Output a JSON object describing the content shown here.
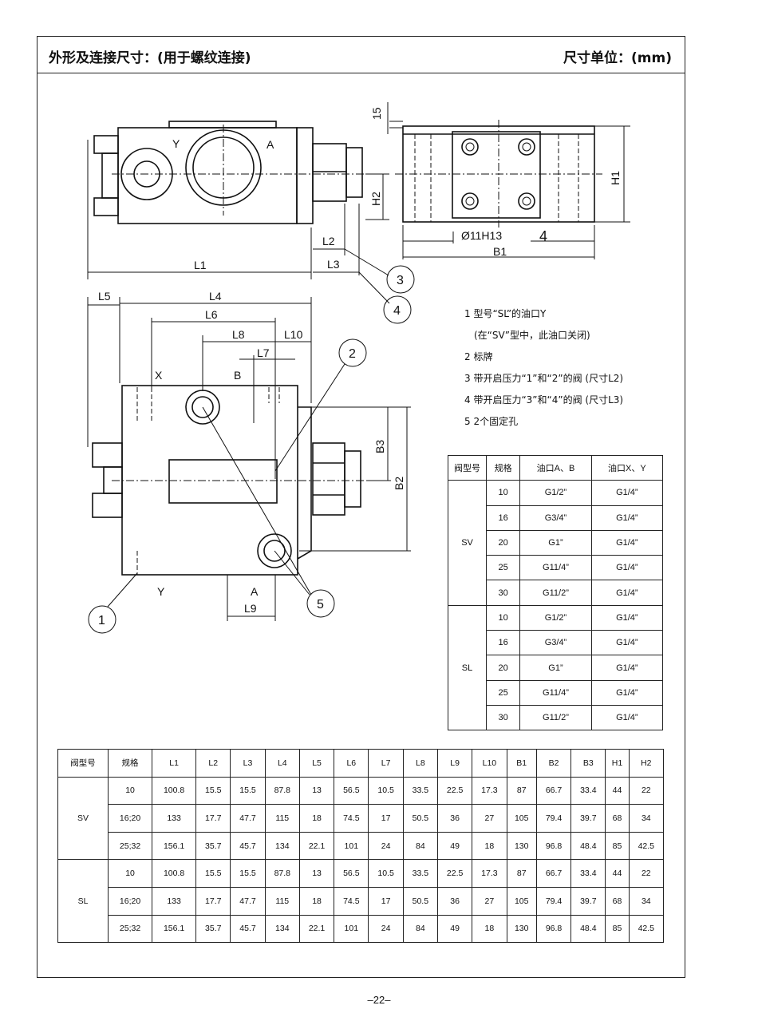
{
  "header": {
    "title": "外形及连接尺寸：(用于螺纹连接)",
    "unit": "尺寸单位：(mm)"
  },
  "drawing": {
    "labels": {
      "Y": "Y",
      "A": "A",
      "X": "X",
      "B": "B",
      "L1": "L1",
      "L2": "L2",
      "L3": "L3",
      "L4": "L4",
      "L5": "L5",
      "L6": "L6",
      "L7": "L7",
      "L8": "L8",
      "L9": "L9",
      "L10": "L10",
      "H1": "H1",
      "H2": "H2",
      "B1": "B1",
      "B2": "B2",
      "B3": "B3",
      "dim15": "15",
      "hole": "Ø11H13",
      "four": "4",
      "c1": "1",
      "c2": "2",
      "c3": "3",
      "c4": "4",
      "c5": "5"
    }
  },
  "notes": [
    "1 型号“SL”的油口Y",
    "　(在“SV”型中，此油口关闭)",
    "2 标牌",
    "3 带开启压力“1”和“2”的阀 (尺寸L2)",
    "4 带开启压力“3”和“4”的阀 (尺寸L3)",
    "5 2个固定孔"
  ],
  "port_table": {
    "headers": [
      "阀型号",
      "规格",
      "油口A、B",
      "油口X、Y"
    ],
    "groups": [
      {
        "model": "SV",
        "rows": [
          [
            "10",
            "G1/2”",
            "G1/4”"
          ],
          [
            "16",
            "G3/4”",
            "G1/4”"
          ],
          [
            "20",
            "G1”",
            "G1/4”"
          ],
          [
            "25",
            "G11/4”",
            "G1/4”"
          ],
          [
            "30",
            "G11/2”",
            "G1/4”"
          ]
        ]
      },
      {
        "model": "SL",
        "rows": [
          [
            "10",
            "G1/2”",
            "G1/4”"
          ],
          [
            "16",
            "G3/4”",
            "G1/4”"
          ],
          [
            "20",
            "G1”",
            "G1/4”"
          ],
          [
            "25",
            "G11/4”",
            "G1/4”"
          ],
          [
            "30",
            "G11/2”",
            "G1/4”"
          ]
        ]
      }
    ]
  },
  "dim_table": {
    "headers": [
      "阀型号",
      "规格",
      "L1",
      "L2",
      "L3",
      "L4",
      "L5",
      "L6",
      "L7",
      "L8",
      "L9",
      "L10",
      "B1",
      "B2",
      "B3",
      "H1",
      "H2"
    ],
    "groups": [
      {
        "model": "SV",
        "rows": [
          [
            "10",
            "100.8",
            "15.5",
            "15.5",
            "87.8",
            "13",
            "56.5",
            "10.5",
            "33.5",
            "22.5",
            "17.3",
            "87",
            "66.7",
            "33.4",
            "44",
            "22"
          ],
          [
            "16;20",
            "133",
            "17.7",
            "47.7",
            "115",
            "18",
            "74.5",
            "17",
            "50.5",
            "36",
            "27",
            "105",
            "79.4",
            "39.7",
            "68",
            "34"
          ],
          [
            "25;32",
            "156.1",
            "35.7",
            "45.7",
            "134",
            "22.1",
            "101",
            "24",
            "84",
            "49",
            "18",
            "130",
            "96.8",
            "48.4",
            "85",
            "42.5"
          ]
        ]
      },
      {
        "model": "SL",
        "rows": [
          [
            "10",
            "100.8",
            "15.5",
            "15.5",
            "87.8",
            "13",
            "56.5",
            "10.5",
            "33.5",
            "22.5",
            "17.3",
            "87",
            "66.7",
            "33.4",
            "44",
            "22"
          ],
          [
            "16;20",
            "133",
            "17.7",
            "47.7",
            "115",
            "18",
            "74.5",
            "17",
            "50.5",
            "36",
            "27",
            "105",
            "79.4",
            "39.7",
            "68",
            "34"
          ],
          [
            "25;32",
            "156.1",
            "35.7",
            "45.7",
            "134",
            "22.1",
            "101",
            "24",
            "84",
            "49",
            "18",
            "130",
            "96.8",
            "48.4",
            "85",
            "42.5"
          ]
        ]
      }
    ]
  },
  "page_number": "–22–"
}
